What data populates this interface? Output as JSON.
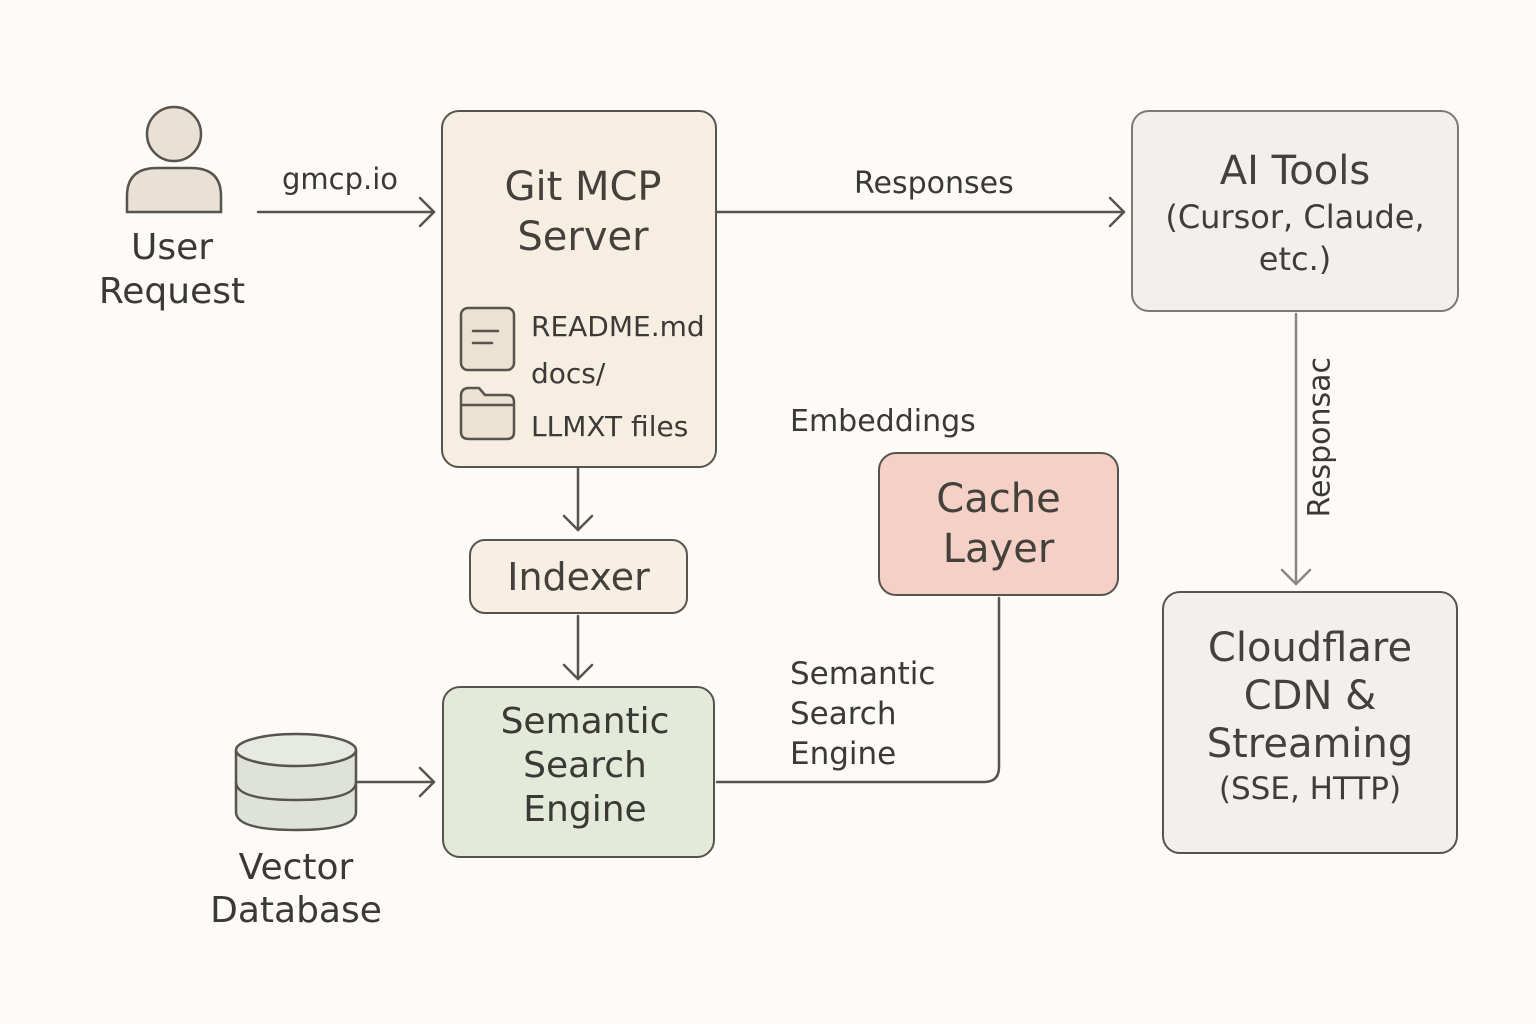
{
  "user": {
    "label_line1": "User",
    "label_line2": "Request"
  },
  "edges": {
    "request": "gmcp.io",
    "responses": "Responses",
    "embeddings": "Embeddings",
    "responsac": "Responsac",
    "semantic_line1": "Semantic",
    "semantic_line2": "Search",
    "semantic_line3": "Engine"
  },
  "git_server": {
    "title_line1": "Git MCP",
    "title_line2": "Server",
    "files": [
      "README.md",
      "docs/",
      "LLMXT files"
    ]
  },
  "ai_tools": {
    "title": "AI Tools",
    "sub_line1": "(Cursor, Claude,",
    "sub_line2": "etc.)"
  },
  "indexer": {
    "title": "Indexer"
  },
  "cache": {
    "title_line1": "Cache",
    "title_line2": "Layer"
  },
  "semantic_engine": {
    "line1": "Semantic",
    "line2": "Search",
    "line3": "Engine"
  },
  "cloudflare": {
    "line1": "Cloudflare",
    "line2": "CDN &",
    "line3": "Streaming",
    "sub": "(SSE, HTTP)"
  },
  "vector_db": {
    "label_line1": "Vector",
    "label_line2": "Database"
  },
  "colors": {
    "git_server_fill": "#f7eee2",
    "indexer_fill": "#f8efe4",
    "semantic_fill": "#e4ead9",
    "cache_fill": "#f4d0c6",
    "neutral_fill": "#f2f0ec",
    "stroke": "#57534d"
  }
}
